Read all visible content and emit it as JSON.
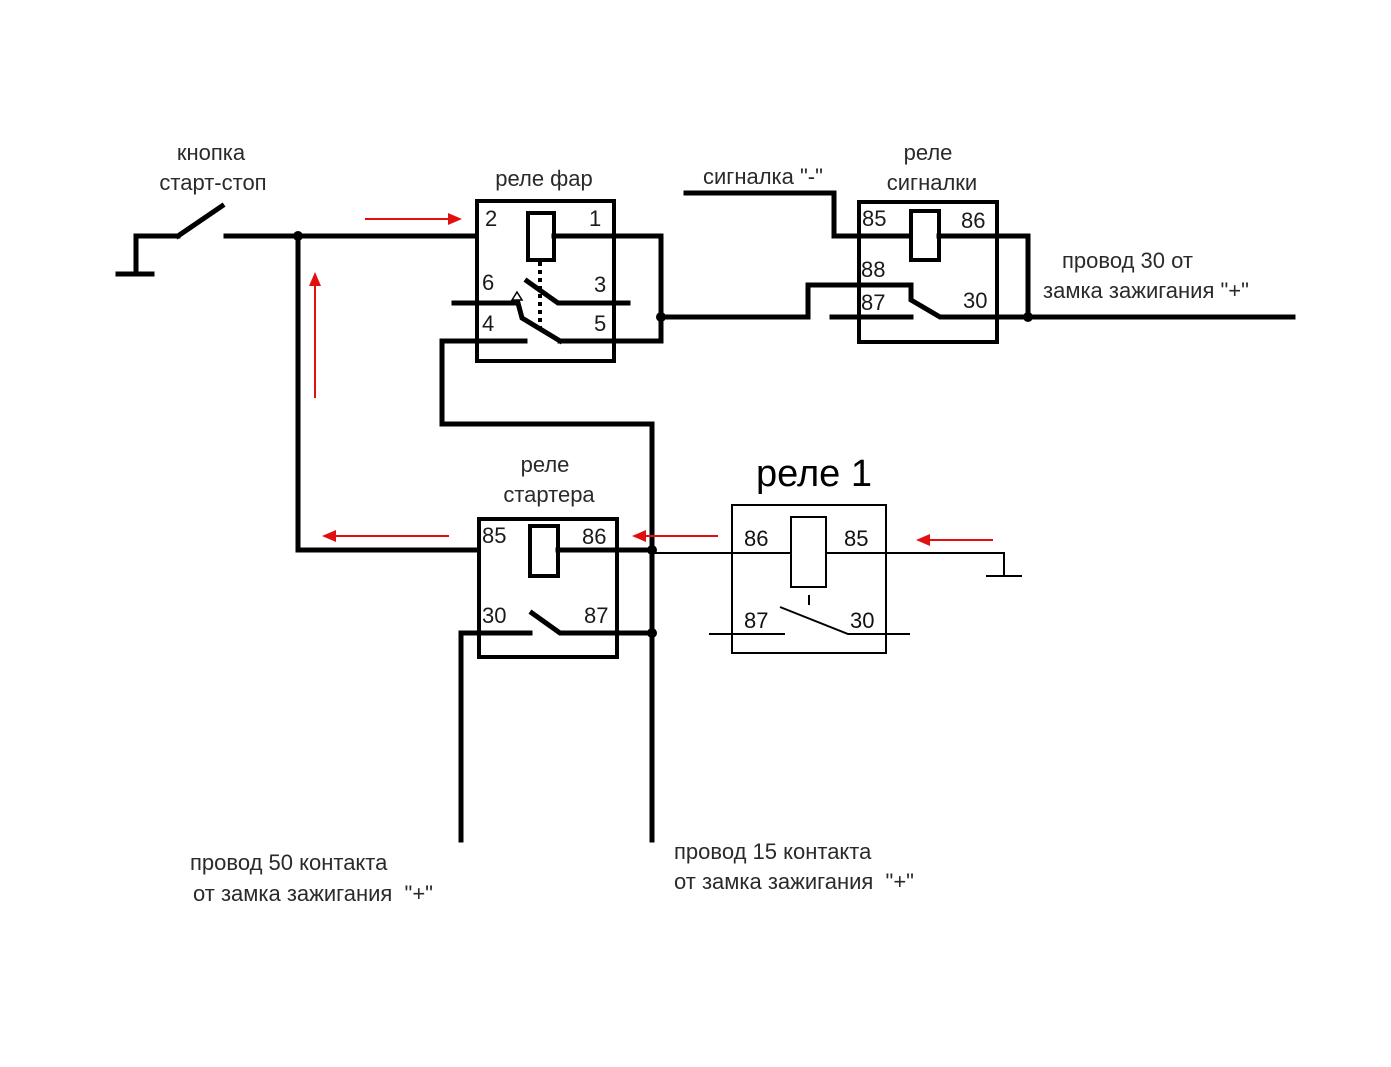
{
  "colors": {
    "wire": "#000000",
    "flow_arrow": "#e01010",
    "text": "#2a2a2a"
  },
  "labels": {
    "start_stop_button": [
      "кнопка",
      "старт-стоп"
    ],
    "headlight_relay": "реле фар",
    "alarm_minus": "сигналка \"-\"",
    "alarm_relay": [
      "реле",
      "сигналки"
    ],
    "wire30": [
      "провод 30 от",
      "замка зажигания \"+\""
    ],
    "starter_relay": [
      "реле",
      "стартера"
    ],
    "relay1": "реле 1",
    "wire50": [
      "провод 50 контакта",
      "от замка зажигания  \"+\""
    ],
    "wire15": [
      "провод 15 контакта",
      "от замка зажигания  \"+\""
    ]
  },
  "relays": {
    "headlight": {
      "pins": [
        "2",
        "1",
        "6",
        "3",
        "4",
        "5"
      ]
    },
    "alarm": {
      "pins": [
        "85",
        "86",
        "88",
        "87",
        "30"
      ]
    },
    "starter": {
      "pins": [
        "85",
        "86",
        "30",
        "87"
      ]
    },
    "relay1": {
      "pins": [
        "86",
        "85",
        "87",
        "30"
      ]
    }
  }
}
